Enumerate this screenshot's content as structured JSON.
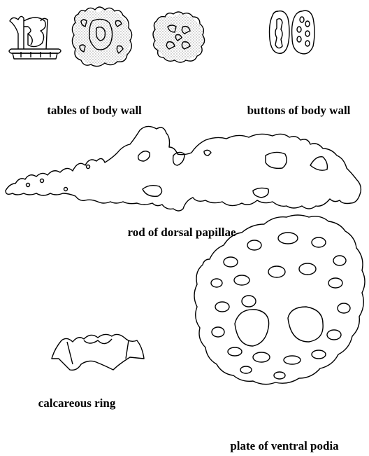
{
  "labels": {
    "tables": "tables of body wall",
    "buttons": "buttons of body wall",
    "rod": "rod of dorsal papillae",
    "ring": "calcareous ring",
    "plate": "plate of ventral podia"
  },
  "colors": {
    "line": "#000000",
    "background": "#ffffff"
  }
}
